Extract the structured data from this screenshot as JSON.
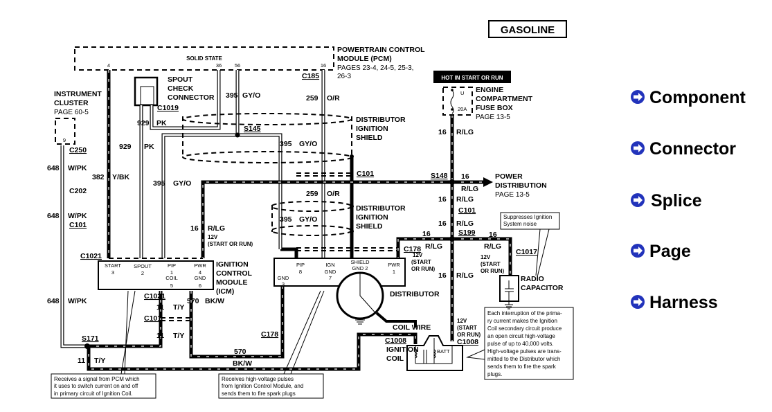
{
  "title": "GASOLINE",
  "pcm": {
    "inner": "SOLID STATE",
    "pins": [
      "4",
      "36",
      "56",
      "16"
    ],
    "name_line1": "POWERTRAIN   CONTROL",
    "name_line2": "MODULE (PCM)",
    "pages_line1": "PAGES 23-4, 24-5, 25-3,",
    "pages_line2": "26-3",
    "connector": "C185"
  },
  "instrument_cluster": {
    "line1": "INSTRUMENT",
    "line2": "CLUSTER",
    "page": "PAGE 60-5",
    "pin": "9",
    "connectors": [
      "C250",
      "C202",
      "C101"
    ]
  },
  "spout": {
    "line1": "SPOUT",
    "line2": "CHECK",
    "line3": "CONNECTOR",
    "connector": "C1019"
  },
  "wires": {
    "w648": {
      "circuit": "648",
      "color": "W/PK"
    },
    "w382": {
      "circuit": "382",
      "color": "Y/BK"
    },
    "w929": {
      "circuit": "929",
      "color": "PK"
    },
    "w395": {
      "circuit": "395",
      "color": "GY/O"
    },
    "w259": {
      "circuit": "259",
      "color": "O/R"
    },
    "w16": {
      "circuit": "16",
      "color": "R/LG"
    },
    "w11": {
      "circuit": "11",
      "color": "T/Y"
    },
    "w570": {
      "circuit": "570",
      "color": "BK/W"
    }
  },
  "voltage": {
    "v": "12V",
    "start_or_run": "(START OR RUN)",
    "start": "(START",
    "or_run": "OR RUN)"
  },
  "splices": {
    "s145": "S145",
    "s148": "S148",
    "s199": "S199",
    "s171": "S171"
  },
  "connectors": {
    "c101": "C101",
    "c1021": "C1021",
    "c178": "C178",
    "c1017": "C1017",
    "c1008": "C1008"
  },
  "shield": {
    "line1": "DISTRIBUTOR",
    "line2": "IGNITION",
    "line3": "SHIELD"
  },
  "icm": {
    "pins": [
      {
        "name": "START",
        "num": "3"
      },
      {
        "name": "SPOUT",
        "num": "2"
      },
      {
        "name": "PIP",
        "num": "1",
        "name2": "COIL",
        "num2": "5"
      },
      {
        "name": "PWR",
        "num": "4",
        "name2": "GND",
        "num2": "6"
      }
    ],
    "line1": "IGNITION",
    "line2": "CONTROL",
    "line3": "MODULE",
    "line4": "(ICM)"
  },
  "distributor": {
    "pins": [
      {
        "name": "PIP",
        "num": "8"
      },
      {
        "name": "IGN",
        "name2": "GND",
        "num": "7"
      },
      {
        "name": "SHIELD",
        "name2": "GND 2"
      },
      {
        "name": "PWR",
        "num": "1"
      },
      {
        "name": "GND",
        "num": "3"
      }
    ],
    "label": "DISTRIBUTOR"
  },
  "fuse_box": {
    "hot": "HOT IN START OR RUN",
    "fuse": "U",
    "rating": "20A",
    "line1": "ENGINE",
    "line2": "COMPARTMENT",
    "line3": "FUSE  BOX",
    "page": "PAGE 13-5"
  },
  "power_distribution": {
    "line1": "POWER",
    "line2": "DISTRIBUTION",
    "page": "PAGE 13-5"
  },
  "radio_capacitor": {
    "line1": "RADIO",
    "line2": "CAPACITOR",
    "note_line1": "Suppresses  Ignition",
    "note_line2": "System noise"
  },
  "coil": {
    "wire": "COIL  WIRE",
    "line1": "IGNITION",
    "line2": "COIL",
    "batt": "BATT"
  },
  "notes": {
    "icm": [
      "Receives a signal from PCM which",
      "it uses to switch current on and off",
      "in primary circuit of Ignition Coil."
    ],
    "distributor": [
      "Receives     high-voltage     pulses",
      "from Ignition Control Module, and",
      "sends them to fire spark plugs"
    ],
    "coil": [
      "Each interruption of the prima-",
      "ry current makes the Ignition",
      "Coil secondary circuit produce",
      "an open circuit high-voltage",
      "pulse of up to 40,000 volts.",
      "High-voltage pulses are trans-",
      "mitted to the Distributor which",
      "sends them to fire the spark",
      "plugs."
    ]
  },
  "legend": {
    "icon": "arrow-right-circle-icon",
    "icon_color": "#2233bb",
    "items": [
      "Component",
      "Connector",
      "Splice",
      "Page",
      "Harness"
    ]
  }
}
